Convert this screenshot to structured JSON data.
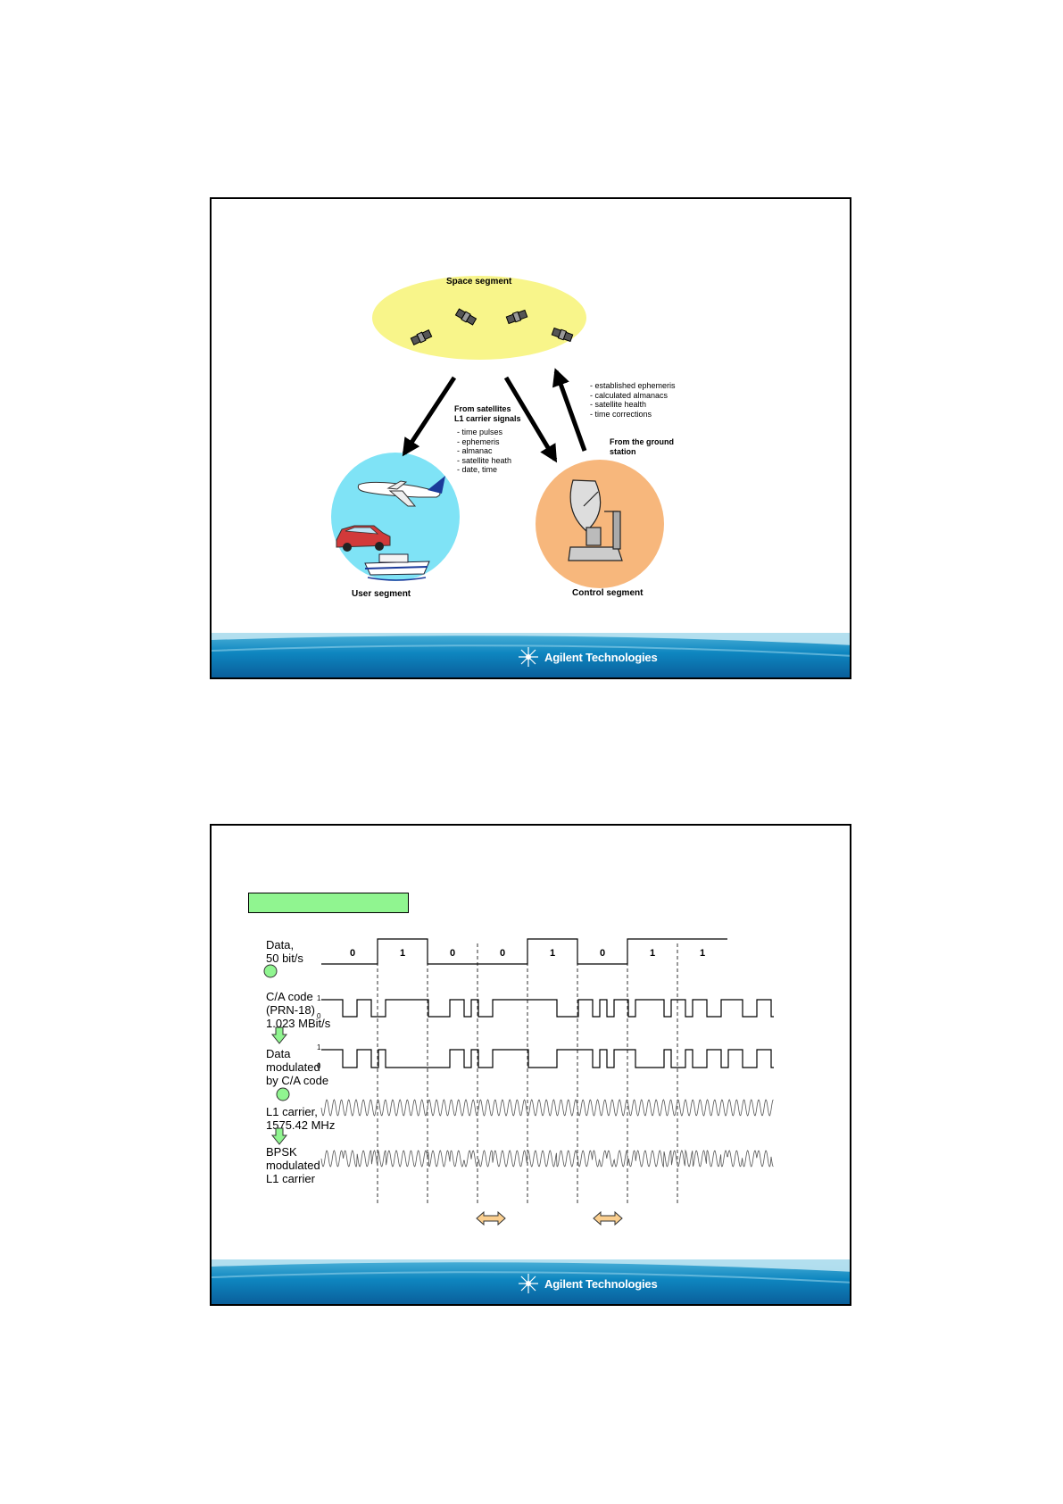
{
  "slide1": {
    "space_segment": "Space segment",
    "user_segment": "User segment",
    "control_segment": "Control segment",
    "from_satellites": [
      "From satellites",
      "L1 carrier signals"
    ],
    "satellite_items": [
      "- time pulses",
      "- ephemeris",
      "- almanac",
      "- satellite heath",
      "- date, time"
    ],
    "ground_items": [
      "- established ephemeris",
      "- calculated almanacs",
      "- satellite health",
      "- time corrections"
    ],
    "from_ground": [
      "From the ground",
      "station"
    ],
    "logo_text": "Agilent Technologies"
  },
  "slide2": {
    "labels": {
      "data": [
        "Data,",
        "50 bit/s"
      ],
      "ca_code": [
        "C/A code",
        "(PRN-18)",
        "1.023 MBit/s"
      ],
      "modulated": [
        "Data",
        "modulated",
        "by C/A code"
      ],
      "carrier": [
        "L1 carrier,",
        "1575.42 MHz"
      ],
      "bpsk": [
        "BPSK",
        "modulated",
        "L1 carrier"
      ]
    },
    "bits": [
      "0",
      "1",
      "0",
      "0",
      "1",
      "0",
      "1",
      "1"
    ],
    "level_high": "1",
    "level_low": "0",
    "logo_text": "Agilent Technologies"
  },
  "colors": {
    "ellipse": "#f8f58a",
    "user_circle": "#7fe3f6",
    "control_circle": "#f7b77c",
    "green": "#90f590",
    "orange_arrow": "#fbcf8f",
    "footer_blue": "#0e86c0"
  }
}
